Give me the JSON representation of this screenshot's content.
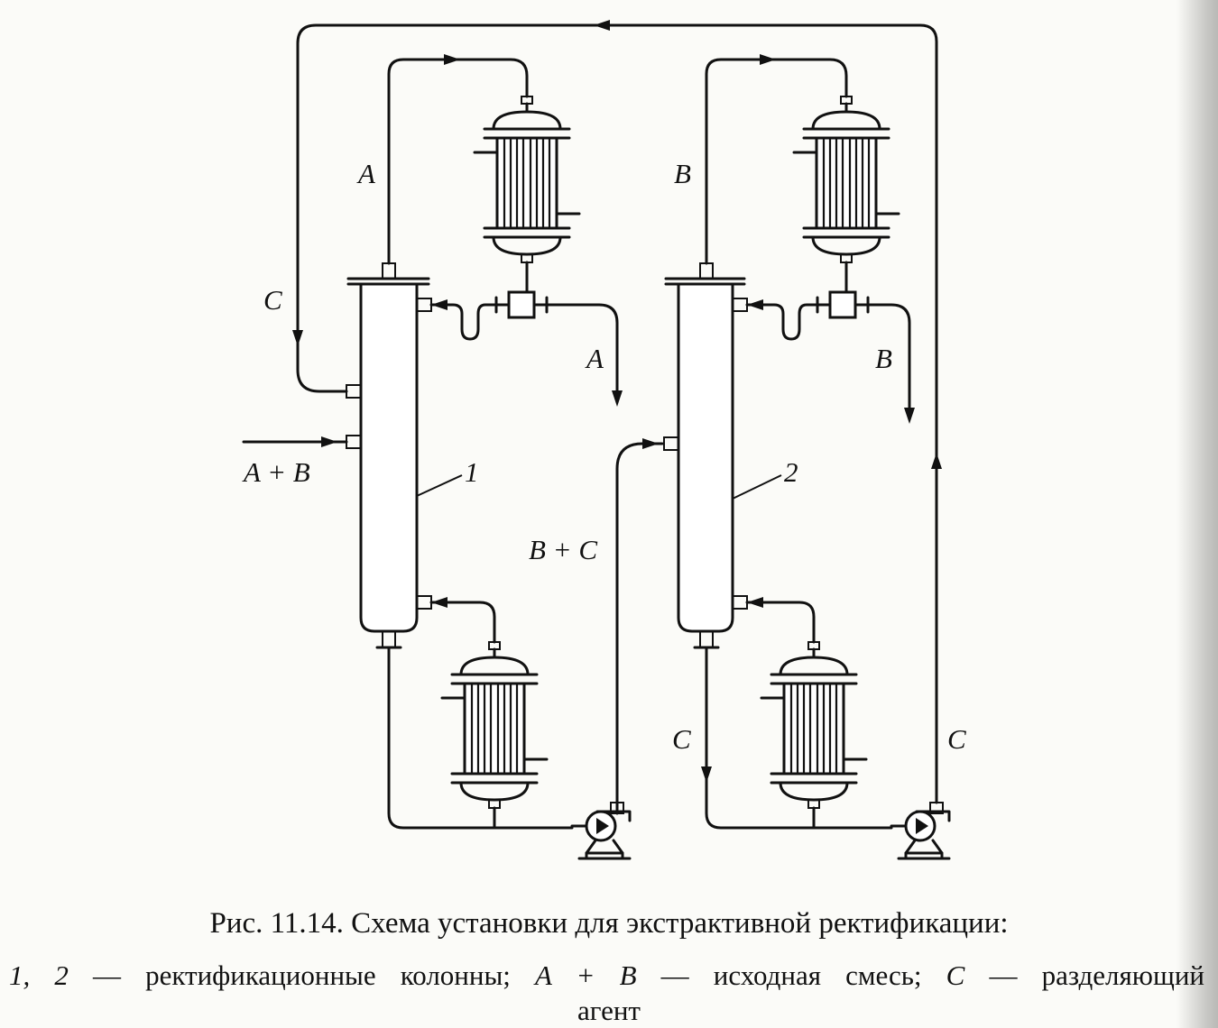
{
  "labels": {
    "col1_vapor": "A",
    "col1_distillate": "A",
    "col2_vapor": "B",
    "col2_distillate": "B",
    "agent_return": "C",
    "col2_bottoms": "C",
    "agent_recycle": "C",
    "feed": "A + B",
    "bottoms_transfer": "B + C",
    "column1": "1",
    "column2": "2"
  },
  "caption": {
    "title": "Рис. 11.14. Схема установки для экстрактивной ректификации:",
    "legend_nums": "1, 2",
    "legend_part1": " — ректификационные колонны; ",
    "legend_feed": "A + B",
    "legend_part2": " — исходная смесь; ",
    "legend_agent": "C",
    "legend_part3": " — разделяющий",
    "legend_tail": "агент"
  },
  "colors": {
    "ink": "#111111",
    "paper": "#fbfbf8"
  }
}
